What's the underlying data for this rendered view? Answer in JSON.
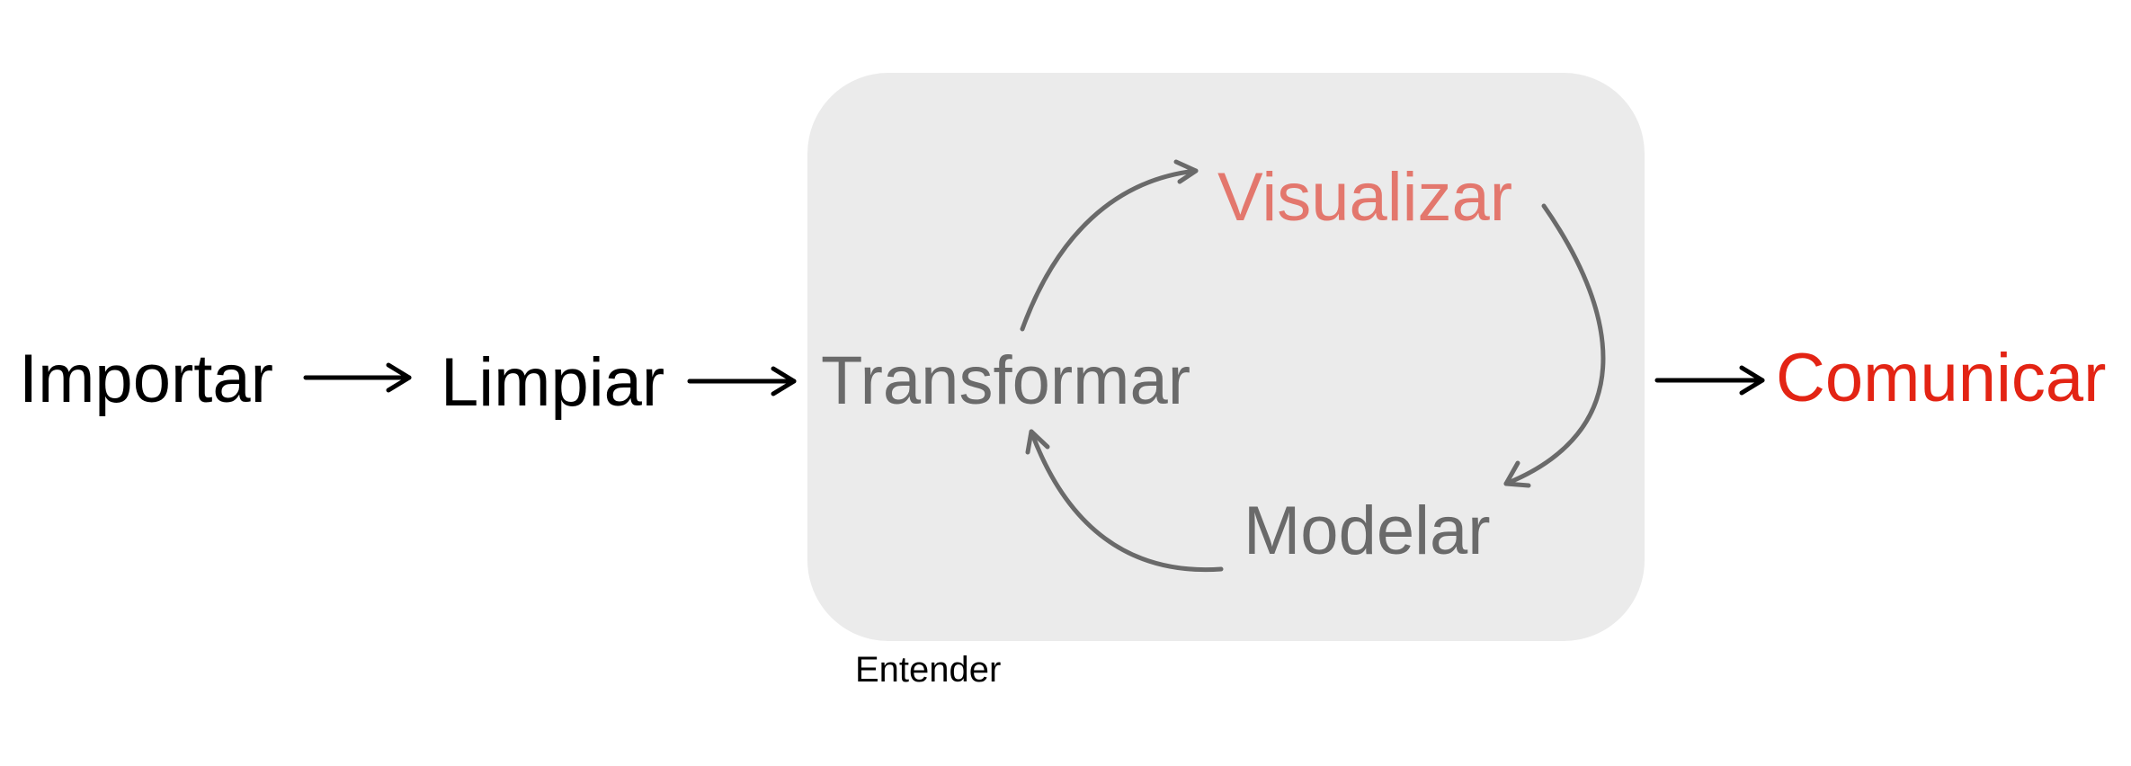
{
  "nodes": {
    "importar": "Importar",
    "limpiar": "Limpiar",
    "transformar": "Transformar",
    "visualizar": "Visualizar",
    "modelar": "Modelar",
    "comunicar": "Comunicar",
    "entender": "Entender"
  },
  "colors": {
    "black_text": "#000000",
    "gray_text": "#6a6a6a",
    "visualizar": "#e3776d",
    "comunicar": "#e32414",
    "box_fill": "#ebebeb",
    "black_arrow": "#000000",
    "gray_arrow": "#6a6a6a"
  }
}
